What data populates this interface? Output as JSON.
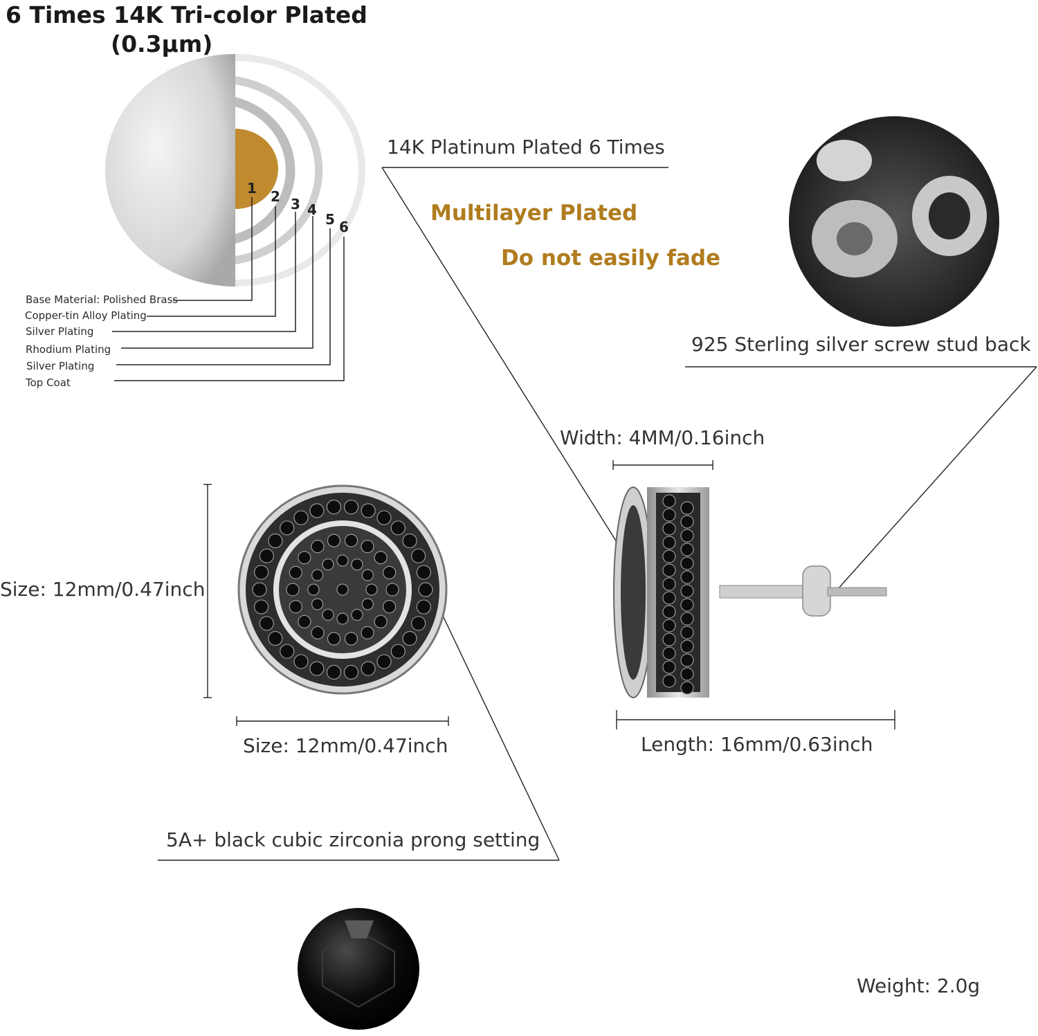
{
  "title": "6 Times 14K Tri-color Plated",
  "subtitle": "(0.3μm)",
  "layers": [
    {
      "number": "1",
      "label": "Base Material: Polished Brass"
    },
    {
      "number": "2",
      "label": "Copper-tin Alloy Plating"
    },
    {
      "number": "3",
      "label": "Silver Plating"
    },
    {
      "number": "4",
      "label": "Rhodium Plating"
    },
    {
      "number": "5",
      "label": "Silver Plating"
    },
    {
      "number": "6",
      "label": "Top Coat"
    }
  ],
  "callouts": {
    "platinum": "14K Platinum Plated 6 Times",
    "multilayer": "Multilayer Plated",
    "fade": "Do not easily fade",
    "screw_back": "925 Sterling silver screw stud back",
    "width": "Width: 4MM/0.16inch",
    "size_vertical": "Size: 12mm/0.47inch",
    "size_horizontal": "Size: 12mm/0.47inch",
    "length": "Length: 16mm/0.63inch",
    "stone": "5A+ black cubic zirconia prong setting",
    "weight": "Weight: 2.0g"
  },
  "colors": {
    "gold_text": "#b07c1e",
    "brass_core": "#c08a2e",
    "line": "#222222"
  }
}
